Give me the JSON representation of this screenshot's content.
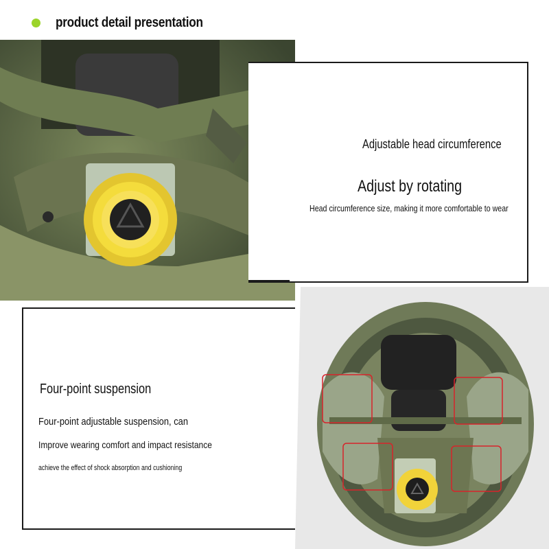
{
  "header": {
    "title": "product detail presentation",
    "bullet_color": "#9bd42a"
  },
  "section_rotate": {
    "title": "Adjustable head circumference",
    "headline": "Adjust by rotating",
    "description": "Head circumference size, making it more comfortable to wear",
    "image_icon": "helmet-dial-closeup-photo"
  },
  "section_suspension": {
    "title": "Four-point suspension",
    "line1": "Four-point adjustable suspension, can",
    "line2": "Improve wearing comfort and impact resistance",
    "line3": "achieve the effect of shock absorption and cushioning",
    "image_icon": "helmet-interior-photo",
    "highlight_color": "#d8232a"
  },
  "colors": {
    "olive": "#6b7a4e",
    "olive_dark": "#3f4a2e",
    "dial_yellow": "#f2d23a"
  }
}
